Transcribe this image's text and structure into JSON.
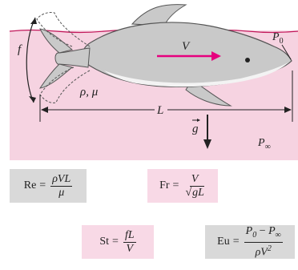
{
  "diagram": {
    "colors": {
      "water": "#f6d3e1",
      "waterline": "#c2185b",
      "body": "#c9c9c9",
      "belly": "#f3f3f3",
      "outline": "#555555",
      "arrow_v": "#e6007e",
      "ink": "#222222"
    },
    "labels": {
      "frequency": "f",
      "velocity": "V",
      "point": "P",
      "point_sub": "0",
      "properties": "ρ, μ",
      "length": "L",
      "gravity": "g",
      "ambient": "P",
      "ambient_sub": "∞"
    }
  },
  "equations": {
    "reynolds": {
      "lhs": "Re",
      "eq": "=",
      "num": "ρVL",
      "den": "μ"
    },
    "froude": {
      "lhs": "Fr",
      "eq": "=",
      "num": "V",
      "den": "gL"
    },
    "strouhal": {
      "lhs": "St",
      "eq": "=",
      "num": "fL",
      "den": "V"
    },
    "euler": {
      "lhs": "Eu",
      "eq": "=",
      "num_a": "P",
      "num_a_sub": "0",
      "num_minus": " − ",
      "num_b": "P",
      "num_b_sub": "∞",
      "den": "ρV",
      "den_sup": "2"
    }
  }
}
